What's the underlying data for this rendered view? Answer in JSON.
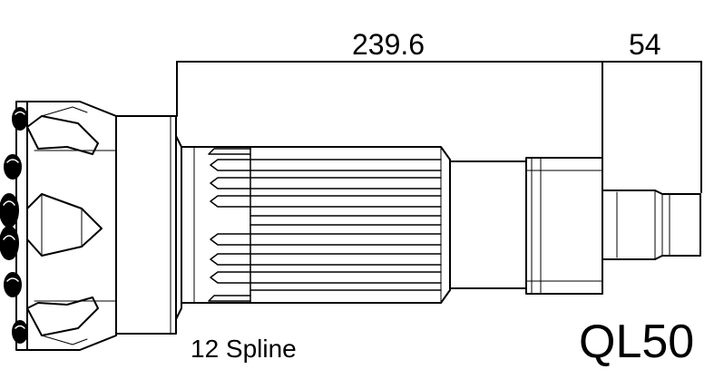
{
  "dimensions": {
    "spline_length": "239.6",
    "shank_length": "54"
  },
  "spline_label": "12 Spline",
  "model": "QL50",
  "colors": {
    "line": "#000000",
    "background": "#ffffff"
  }
}
